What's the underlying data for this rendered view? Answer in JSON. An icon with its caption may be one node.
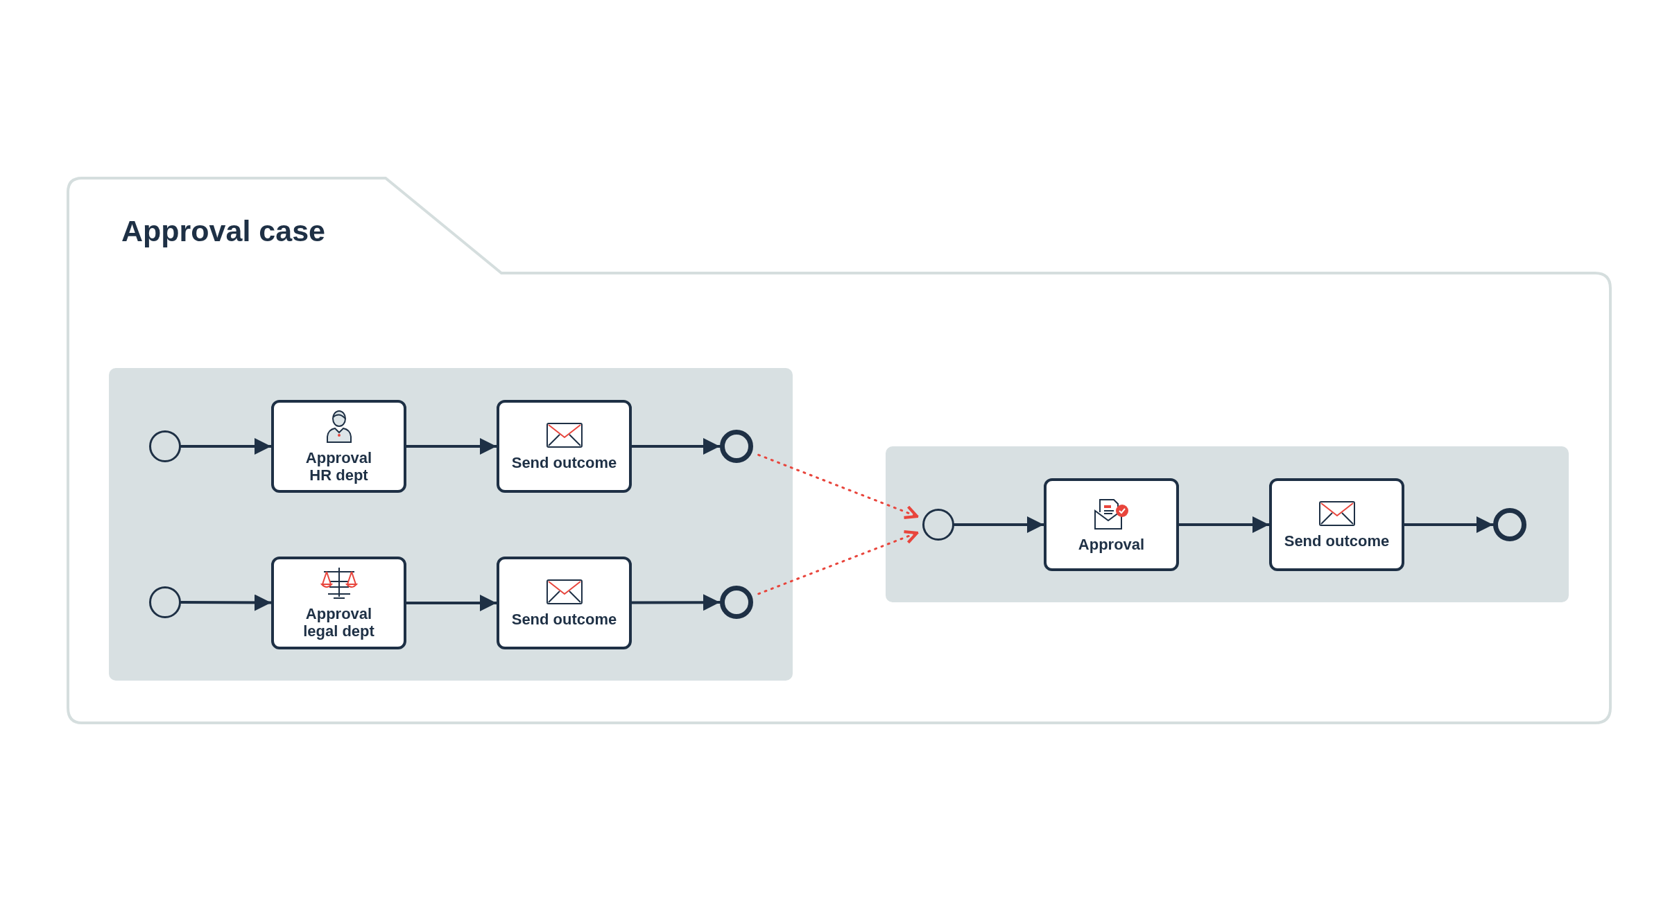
{
  "diagram": {
    "nodes": [
      {
        "text": [
          "Approval case"
        ]
      },
      {
        "text": [],
        "shape": "box",
        "in": 0
      },
      {
        "text": [],
        "shape": "circle",
        "in": 1
      },
      {
        "text": [
          "Approval HR dept"
        ],
        "in": 1
      },
      {
        "text": [
          "Send outcome"
        ],
        "in": 1
      },
      {
        "text": [],
        "shape": "circle",
        "in": 1
      },
      {
        "text": [],
        "shape": "circle",
        "in": 1
      },
      {
        "text": [
          "Approval legal dept"
        ],
        "in": 1
      },
      {
        "text": [
          "Send outcome"
        ],
        "in": 1
      },
      {
        "text": [],
        "shape": "circle",
        "in": 1
      },
      {
        "text": [],
        "shape": "box",
        "in": 0
      },
      {
        "text": [],
        "shape": "circle",
        "in": 10
      },
      {
        "text": [
          "Approval"
        ],
        "in": 10
      },
      {
        "text": [
          "Send outcome"
        ],
        "in": 10
      },
      {
        "text": [],
        "shape": "circle",
        "in": 10
      }
    ],
    "edges": [
      {
        "from": 2,
        "to": 3,
        "arrow": "to"
      },
      {
        "from": 3,
        "to": 4,
        "arrow": "to"
      },
      {
        "from": 4,
        "to": 5,
        "arrow": "to"
      },
      {
        "from": 6,
        "to": 7,
        "arrow": "to"
      },
      {
        "from": 7,
        "to": 8,
        "arrow": "to"
      },
      {
        "from": 8,
        "to": 9,
        "arrow": "to"
      },
      {
        "from": 5,
        "to": 11,
        "arrow": "to",
        "style": "dashed",
        "color": "#e8453c"
      },
      {
        "from": 9,
        "to": 11,
        "arrow": "to",
        "style": "dashed",
        "color": "#e8453c"
      },
      {
        "from": 11,
        "to": 12,
        "arrow": "to"
      },
      {
        "from": 12,
        "to": 13,
        "arrow": "to"
      },
      {
        "from": 13,
        "to": 14,
        "arrow": "to"
      }
    ]
  }
}
